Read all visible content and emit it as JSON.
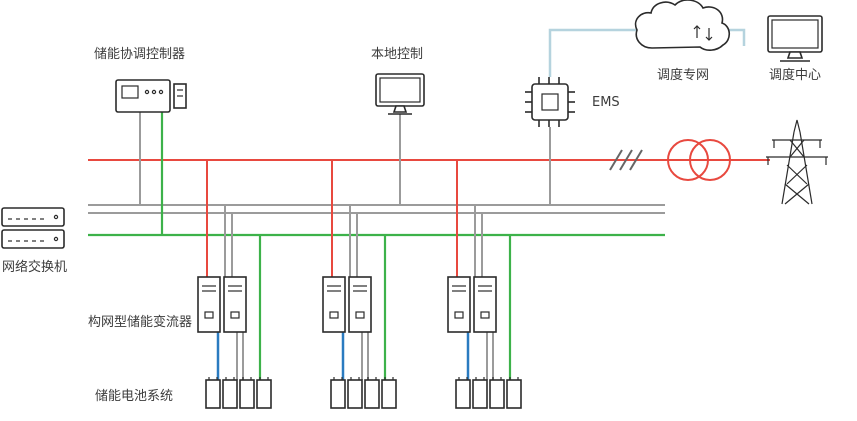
{
  "diagram": {
    "labels": {
      "coordinator": "储能协调控制器",
      "local_control": "本地控制",
      "ems": "EMS",
      "dispatch_network": "调度专网",
      "dispatch_center": "调度中心",
      "network_switch": "网络交换机",
      "converter": "构网型储能变流器",
      "battery": "储能电池系统"
    },
    "colors": {
      "power_red": "#e8493f",
      "comm_green": "#3db24a",
      "bus_gray": "#9b9b9b",
      "link_blue": "#2a7bc0",
      "cloud_blue": "#b5d3de",
      "line_dark": "#2b2b2b"
    },
    "icons": {
      "coordinator": "controller-box-icon",
      "local_control": "monitor-icon",
      "ems": "chip-icon",
      "dispatch_network": "cloud-icon",
      "dispatch_center": "monitor-icon",
      "network_switch": "switch-stack-icon",
      "converter": "cabinet-pair-icon",
      "battery": "battery-cells-icon",
      "grid_connection": "transmission-tower-icon",
      "transformer": "double-circle-icon",
      "line_break": "slash-marks-icon"
    },
    "counts": {
      "converter_groups": 3,
      "battery_cells_per_group": 4
    }
  }
}
